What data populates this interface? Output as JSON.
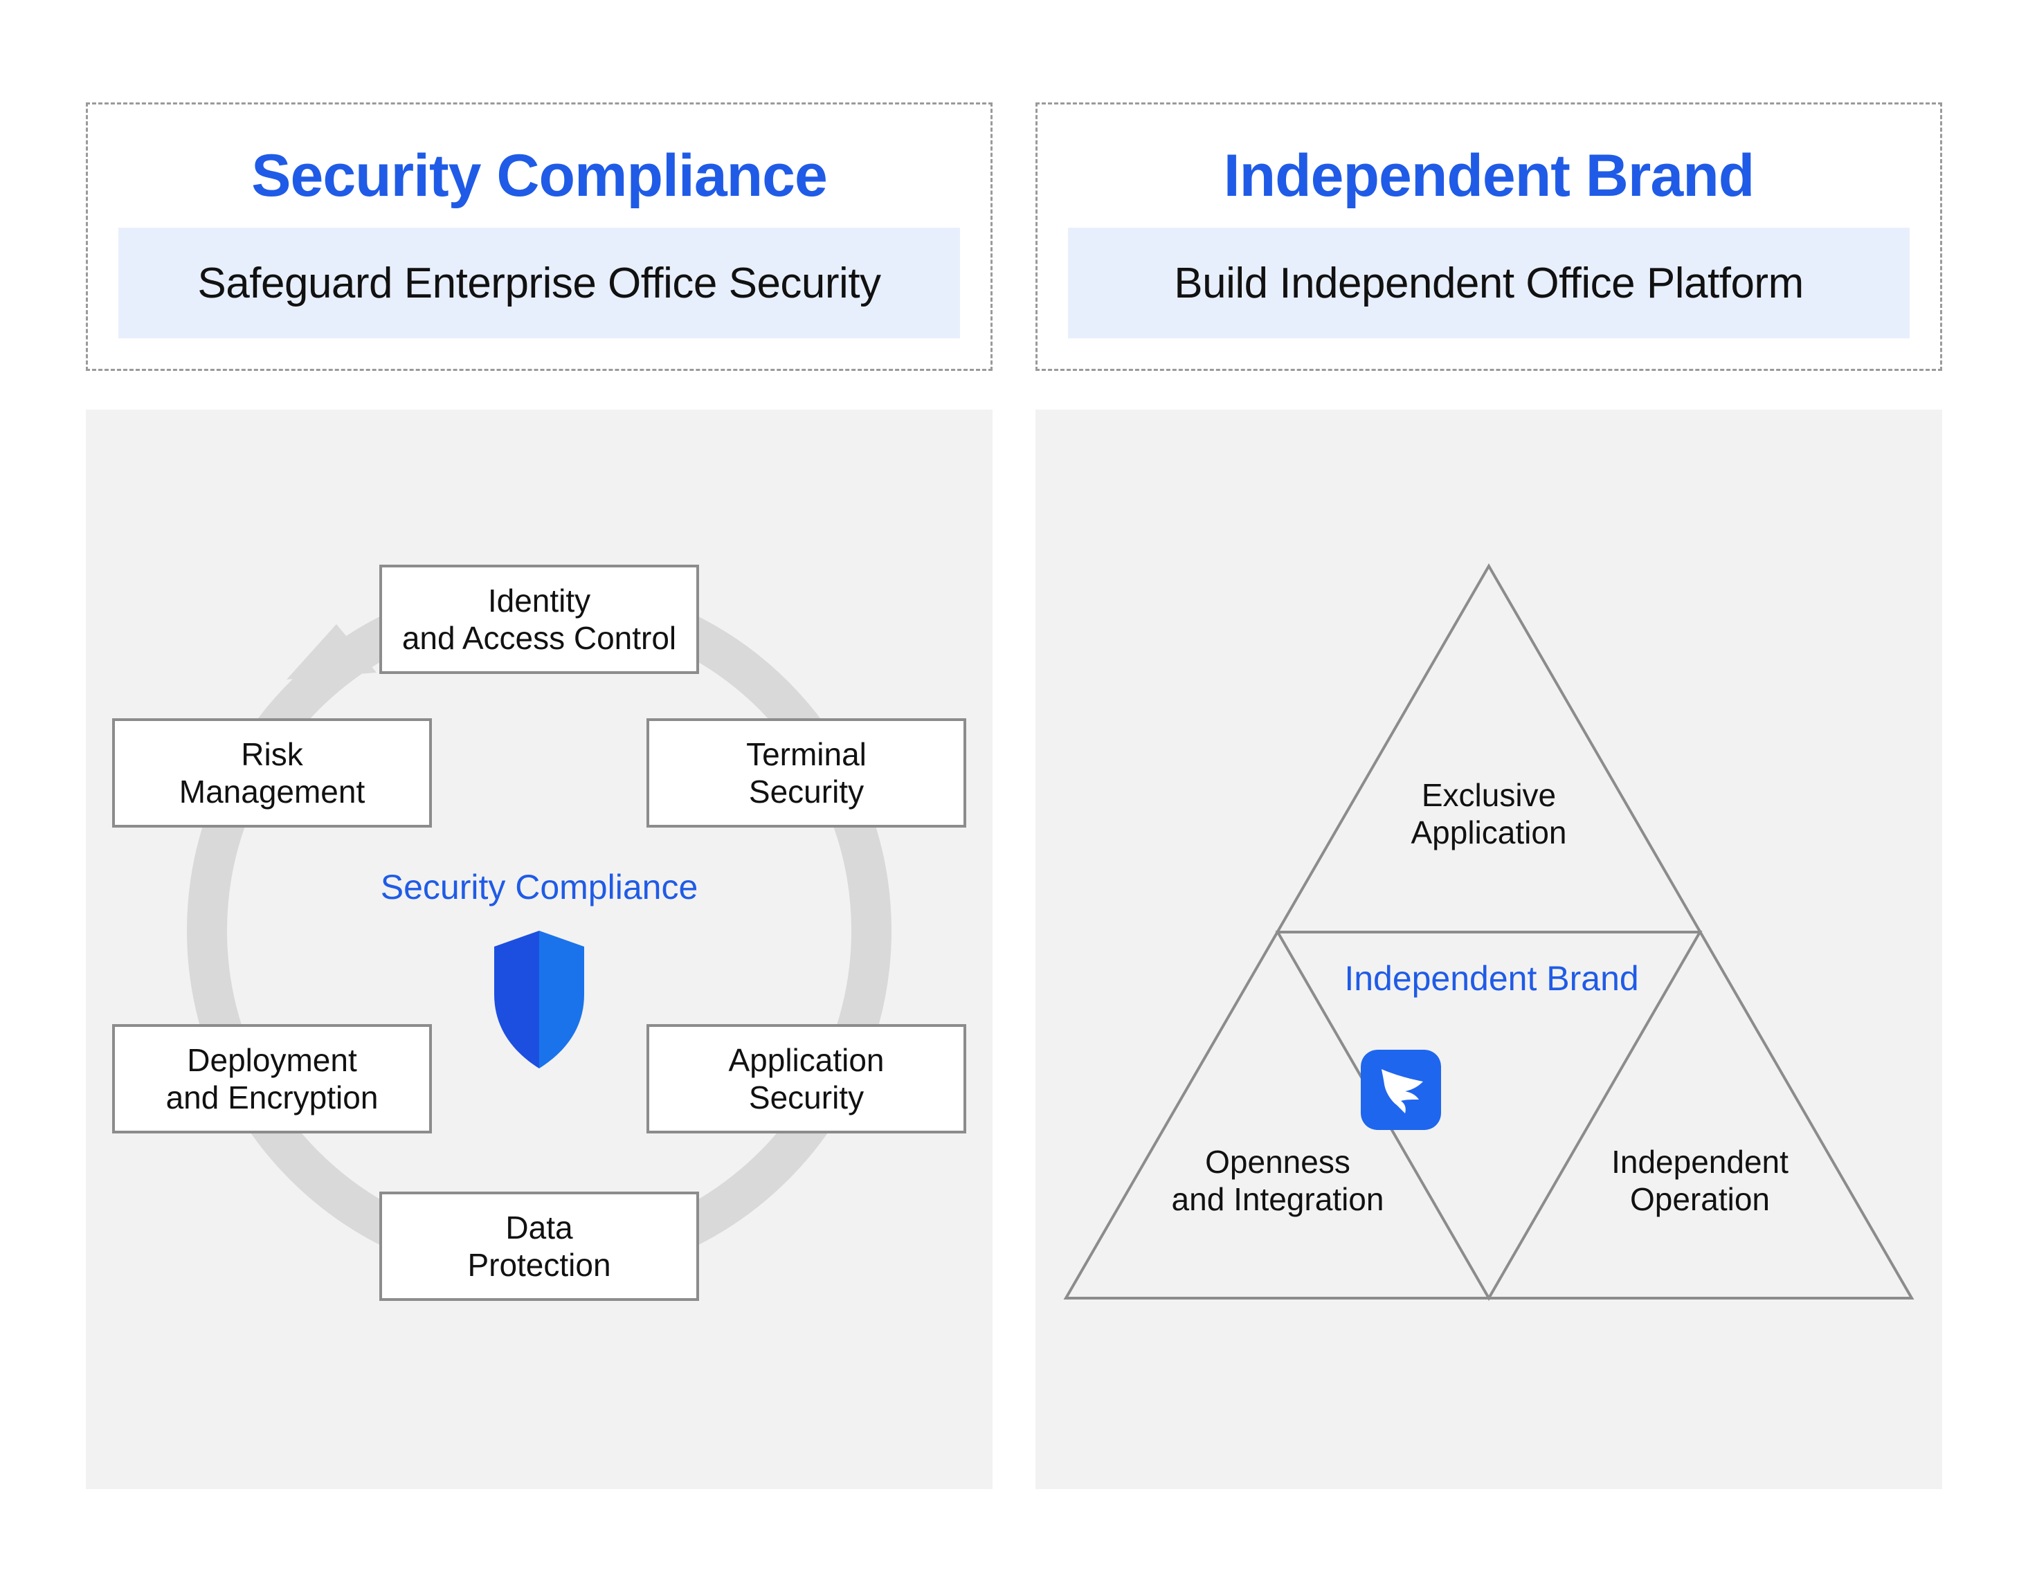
{
  "colors": {
    "accent": "#1f5be6",
    "header_band": "#e8effc",
    "panel_bg": "#f2f2f2",
    "ring": "#d9d9d9"
  },
  "left": {
    "title": "Security Compliance",
    "subtitle": "Safeguard Enterprise Office Security",
    "cycle": {
      "center_label": "Security Compliance",
      "center_icon": "shield-icon",
      "nodes": [
        {
          "line1": "Identity",
          "line2": "and Access Control"
        },
        {
          "line1": "Terminal",
          "line2": "Security"
        },
        {
          "line1": "Application",
          "line2": "Security"
        },
        {
          "line1": "Data",
          "line2": "Protection"
        },
        {
          "line1": "Deployment",
          "line2": "and Encryption"
        },
        {
          "line1": "Risk",
          "line2": "Management"
        }
      ]
    }
  },
  "right": {
    "title": "Independent Brand",
    "subtitle": "Build Independent Office Platform",
    "triangle": {
      "center_label": "Independent Brand",
      "center_icon": "app-logo-icon",
      "top": {
        "line1": "Exclusive",
        "line2": "Application"
      },
      "bottom_left": {
        "line1": "Openness",
        "line2": "and Integration"
      },
      "bottom_right": {
        "line1": "Independent",
        "line2": "Operation"
      }
    }
  }
}
